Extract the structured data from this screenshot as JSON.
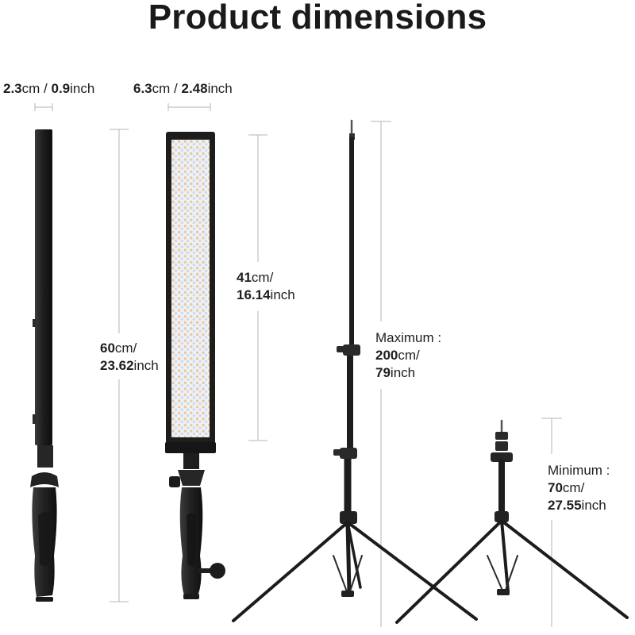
{
  "title": "Product dimensions",
  "labels": {
    "depth": {
      "value_cm": "2.3",
      "unit_cm": "cm / ",
      "value_in": "0.9",
      "unit_in": "inch"
    },
    "width": {
      "value_cm": "6.3",
      "unit_cm": "cm / ",
      "value_in": "2.48",
      "unit_in": "inch"
    },
    "panel": {
      "value_cm": "41",
      "unit_cm": "cm/",
      "value_in": "16.14",
      "unit_in": "inch"
    },
    "total": {
      "value_cm": "60",
      "unit_cm": "cm/",
      "value_in": "23.62",
      "unit_in": "inch"
    },
    "stand_max": {
      "caption": "Maximum :",
      "value_cm": "200",
      "unit_cm": "cm/",
      "value_in": "79",
      "unit_in": "inch"
    },
    "stand_min": {
      "caption": "Minimum :",
      "value_cm": "70",
      "unit_cm": "cm/",
      "value_in": "27.55",
      "unit_in": "inch"
    }
  },
  "colors": {
    "text": "#1e1e1e",
    "body": "#1c1c1c",
    "handle": "#2a2a2a",
    "led_warm": "#e9c79a",
    "led_cool": "#cfd8e6",
    "panel_bg": "#eef1f6",
    "dim_line": "#b5b5b5"
  }
}
